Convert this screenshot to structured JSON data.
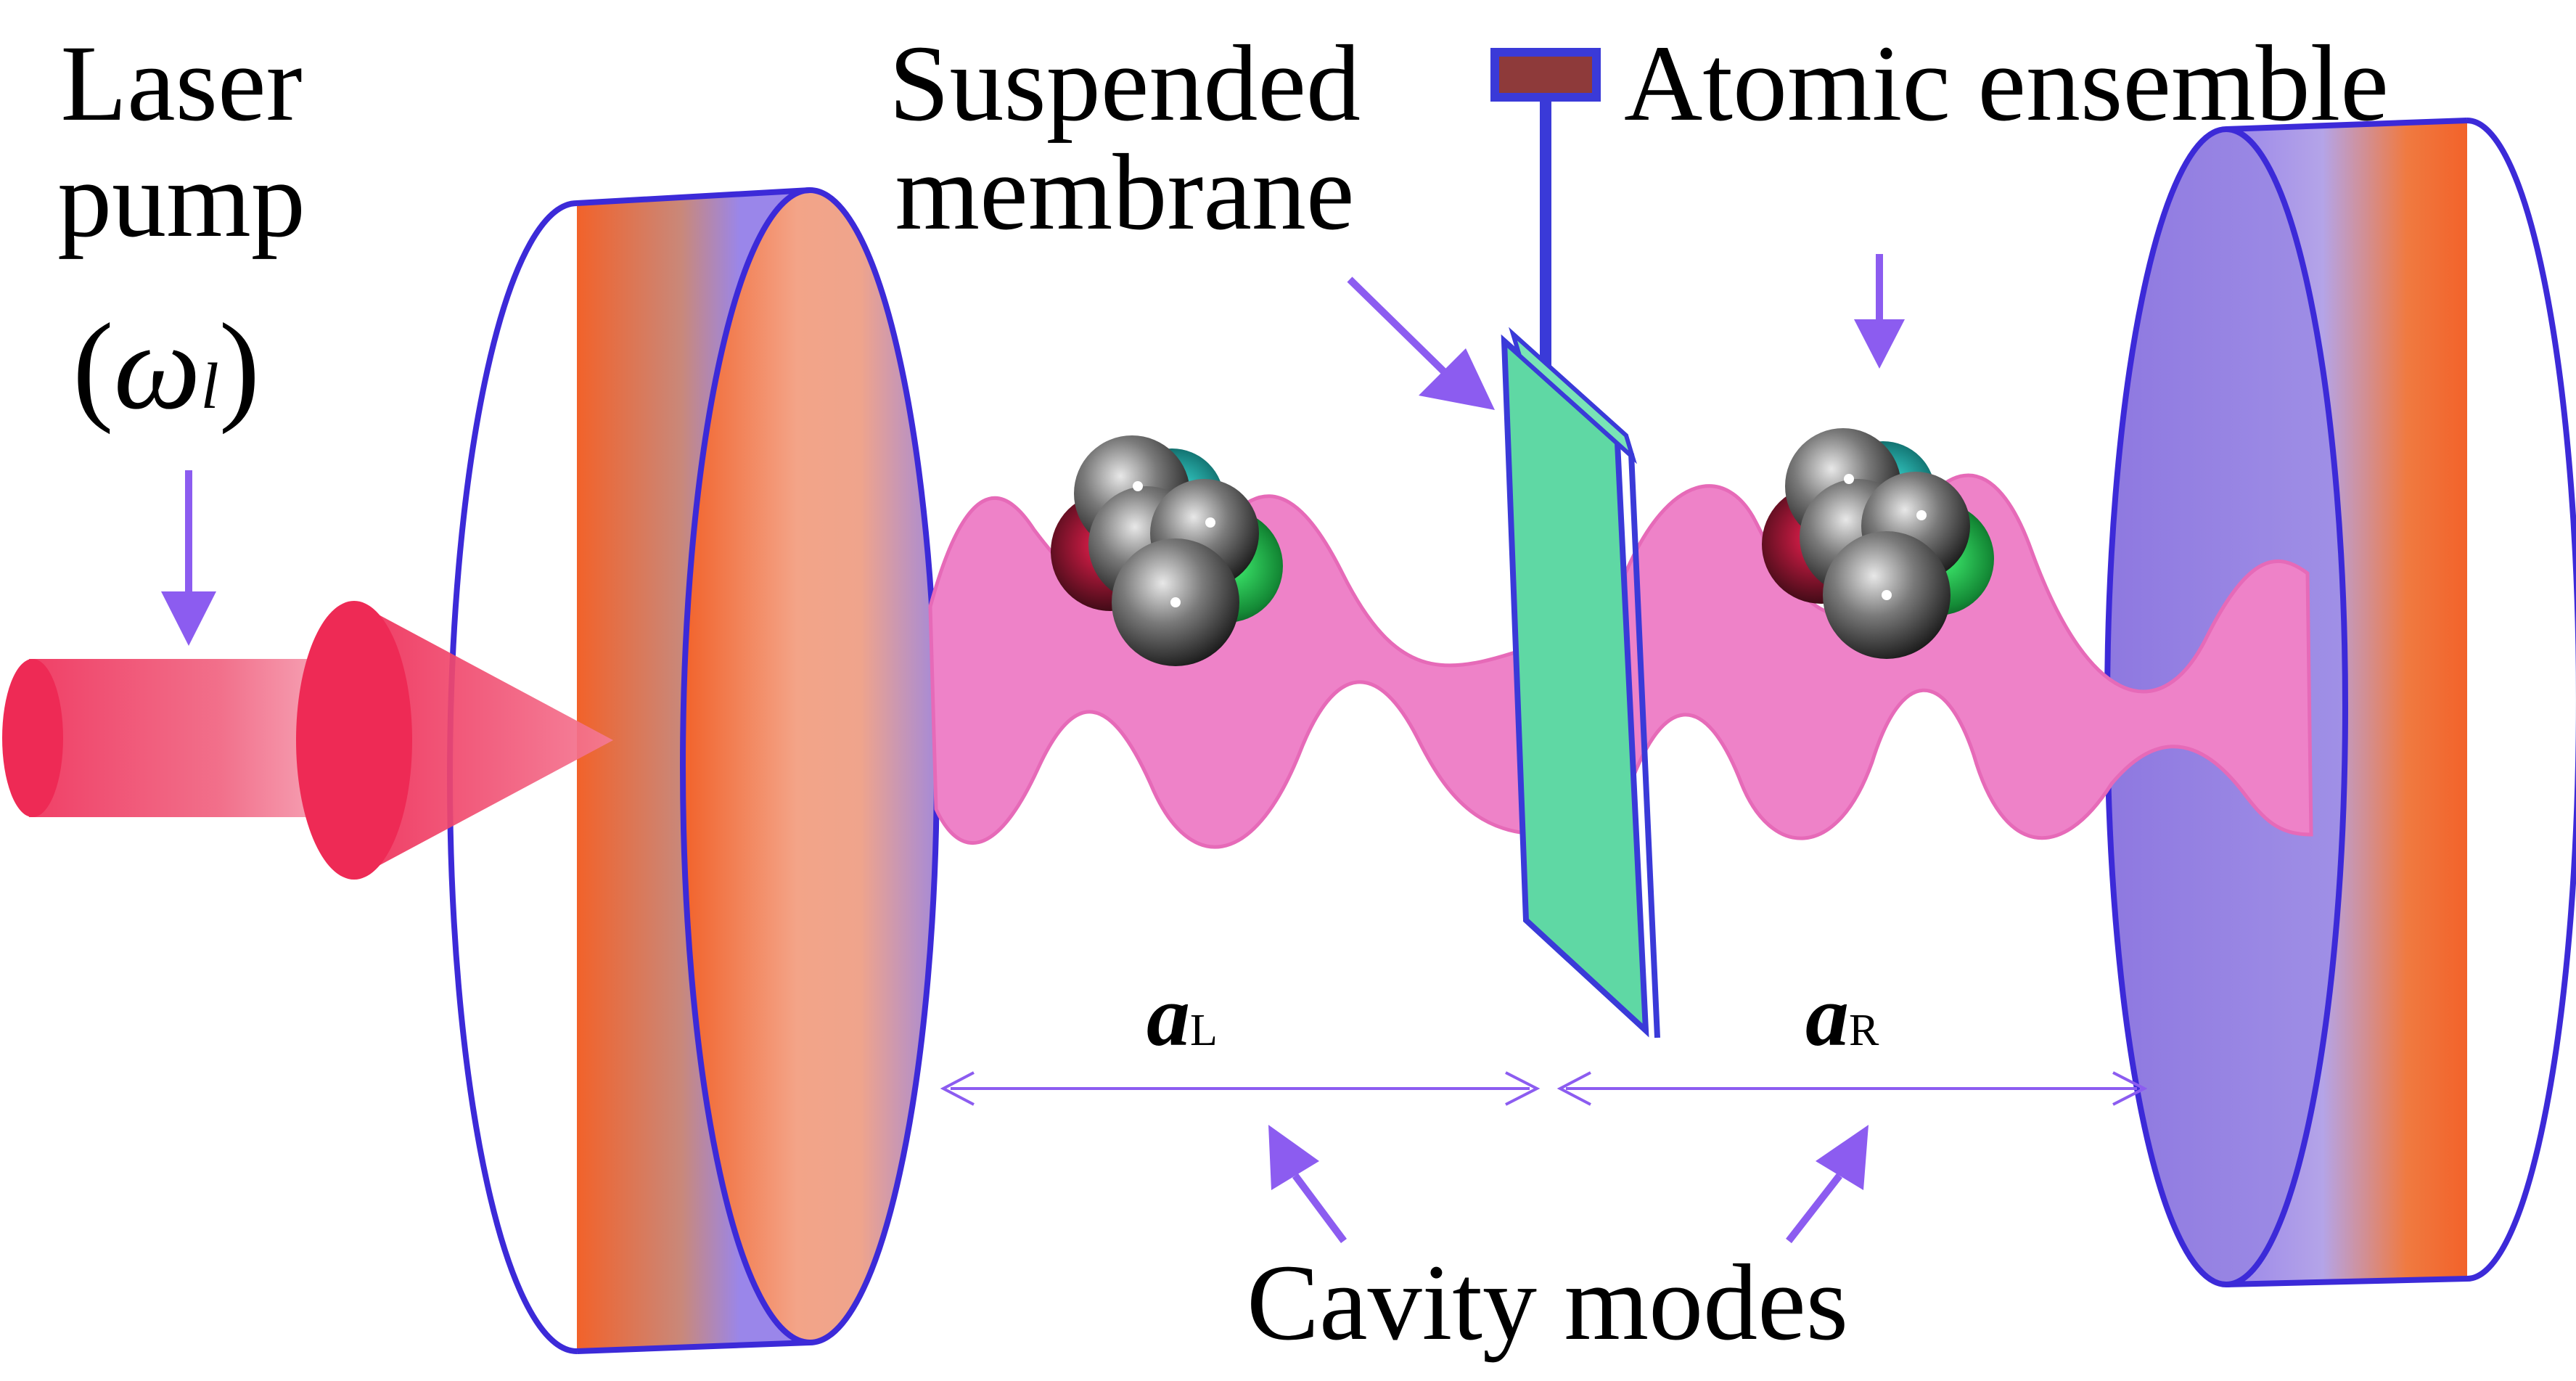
{
  "labels": {
    "laser_line1": "Laser",
    "laser_line2": "pump",
    "omega_symbol": "ω",
    "omega_subscript": "l",
    "membrane_line1": "Suspended",
    "membrane_line2": "membrane",
    "atomic": "Atomic ensemble",
    "mode_left_symbol": "a",
    "mode_left_subscript": "L",
    "mode_right_symbol": "a",
    "mode_right_subscript": "R",
    "cavity_modes": "Cavity modes"
  },
  "colors": {
    "arrow": "#8c5cf0",
    "mirror_outline": "#3c2ad8",
    "mirror_orange": "#f2622a",
    "mirror_violet": "#9a86ea",
    "beam_pink": "#ee82c8",
    "laser_red": "#ee2a55",
    "membrane_green": "#5fd8a4",
    "membrane_edge": "#3a3ad8",
    "holder_red": "#8e3a3a"
  },
  "icons": {
    "atom_cluster": "atom-cluster-icon",
    "mirror": "cavity-mirror-icon",
    "membrane": "membrane-icon"
  }
}
